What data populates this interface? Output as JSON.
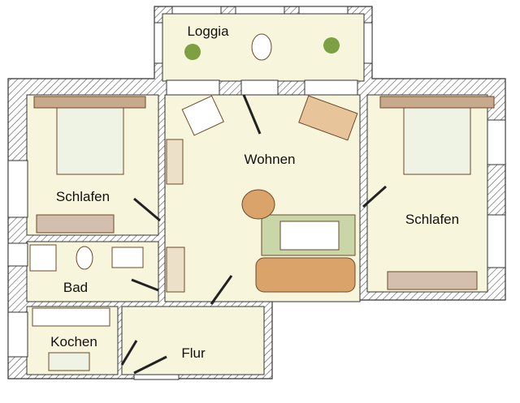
{
  "rooms": {
    "loggia": "Loggia",
    "wohnen": "Wohnen",
    "schlafen_left": "Schlafen",
    "schlafen_right": "Schlafen",
    "bad": "Bad",
    "kochen": "Kochen",
    "flur": "Flur"
  },
  "colors": {
    "floor": "#f7f6dc",
    "wall_hatch": "#555555",
    "furniture_wood": "#d9a36a",
    "plant": "#7ea043"
  }
}
